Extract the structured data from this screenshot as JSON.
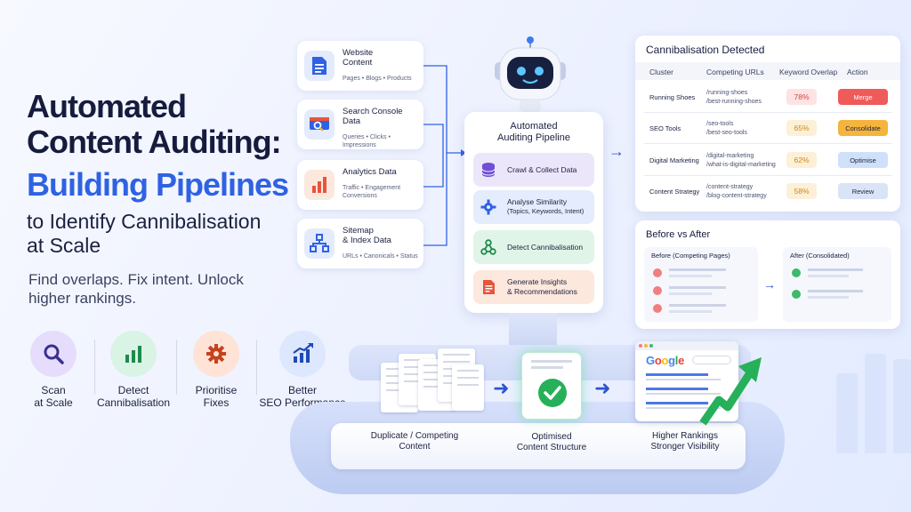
{
  "hero": {
    "title_line1": "Automated",
    "title_line2": "Content Auditing:",
    "title_line3": "Building Pipelines",
    "subtitle_line1": "to Identify Cannibalisation",
    "subtitle_line2": "at Scale",
    "tagline_line1": "Find overlaps. Fix intent. Unlock",
    "tagline_line2": "higher rankings."
  },
  "features": [
    {
      "line1": "Scan",
      "line2": "at Scale",
      "icon": "search-icon",
      "color": "#e5ddfb"
    },
    {
      "line1": "Detect",
      "line2": "Cannibalisation",
      "icon": "bar-chart-icon",
      "color": "#d9f3e4"
    },
    {
      "line1": "Prioritise",
      "line2": "Fixes",
      "icon": "gear-icon",
      "color": "#ffe3d6"
    },
    {
      "line1": "Better",
      "line2": "SEO Performance",
      "icon": "trend-chart-icon",
      "color": "#dde7fd"
    }
  ],
  "sources": [
    {
      "title_line1": "Website",
      "title_line2": "Content",
      "sub_line1": "Pages • Blogs • Products",
      "sub_line2": "",
      "icon": "document-icon"
    },
    {
      "title_line1": "Search Console",
      "title_line2": "Data",
      "sub_line1": "Queries • Clicks • Impressions",
      "sub_line2": "",
      "icon": "search-console-icon"
    },
    {
      "title_line1": "Analytics Data",
      "title_line2": "",
      "sub_line1": "Traffic • Engagement",
      "sub_line2": "Conversions",
      "icon": "analytics-icon"
    },
    {
      "title_line1": "Sitemap",
      "title_line2": "& Index Data",
      "sub_line1": "URLs • Canonicals • Status",
      "sub_line2": "",
      "icon": "sitemap-icon"
    }
  ],
  "pipeline": {
    "title_line1": "Automated",
    "title_line2": "Auditing Pipeline",
    "steps": [
      {
        "line1": "Crawl & Collect Data",
        "line2": "",
        "icon": "database-icon",
        "bg": "#ece6fb"
      },
      {
        "line1": "Analyse Similarity",
        "line2": "(Topics, Keywords, Intent)",
        "icon": "gear-icon",
        "bg": "#e4ecfd"
      },
      {
        "line1": "Detect Cannibalisation",
        "line2": "",
        "icon": "network-icon",
        "bg": "#e1f4e8"
      },
      {
        "line1": "Generate Insights",
        "line2": "& Recommendations",
        "icon": "report-icon",
        "bg": "#fde8dd"
      }
    ]
  },
  "detected": {
    "title": "Cannibalisation Detected",
    "headers": [
      "Cluster",
      "Competing URLs",
      "Keyword Overlap",
      "Action"
    ],
    "rows": [
      {
        "cluster": "Running Shoes",
        "url1": "/running-shoes",
        "url2": "/best-running-shoes",
        "overlap": "78%",
        "action": "Merge",
        "pct_bg": "#fde3e3",
        "pct_fg": "#d64545",
        "act_bg": "#ef5a5a",
        "act_fg": "#ffffff"
      },
      {
        "cluster": "SEO Tools",
        "url1": "/seo-tools",
        "url2": "/best-seo-tools",
        "overlap": "65%",
        "action": "Consolidate",
        "pct_bg": "#fdf0d8",
        "pct_fg": "#c98a1a",
        "act_bg": "#f5b43c",
        "act_fg": "#1b2140"
      },
      {
        "cluster": "Digital Marketing",
        "url1": "/digital-marketing",
        "url2": "/what-is-digital-marketing",
        "overlap": "62%",
        "action": "Optimise",
        "pct_bg": "#fdf0d8",
        "pct_fg": "#c98a1a",
        "act_bg": "#cfe0fb",
        "act_fg": "#1b2140"
      },
      {
        "cluster": "Content Strategy",
        "url1": "/content-strategy",
        "url2": "/blog-content-strategy",
        "overlap": "58%",
        "action": "Review",
        "pct_bg": "#fdf0d8",
        "pct_fg": "#c98a1a",
        "act_bg": "#d9e4f7",
        "act_fg": "#1b2140"
      }
    ]
  },
  "before_after": {
    "title": "Before vs After",
    "before_label": "Before (Competing Pages)",
    "after_label": "After (Consolidated)"
  },
  "bottom": {
    "cap1_line1": "Duplicate / Competing",
    "cap1_line2": "Content",
    "cap2_line1": "Optimised",
    "cap2_line2": "Content Structure",
    "cap3_line1": "Higher Rankings",
    "cap3_line2": "Stronger Visibility",
    "google": "Google"
  },
  "colors": {
    "navy": "#161c3d",
    "blue": "#2f62e3",
    "green": "#27b05a"
  }
}
